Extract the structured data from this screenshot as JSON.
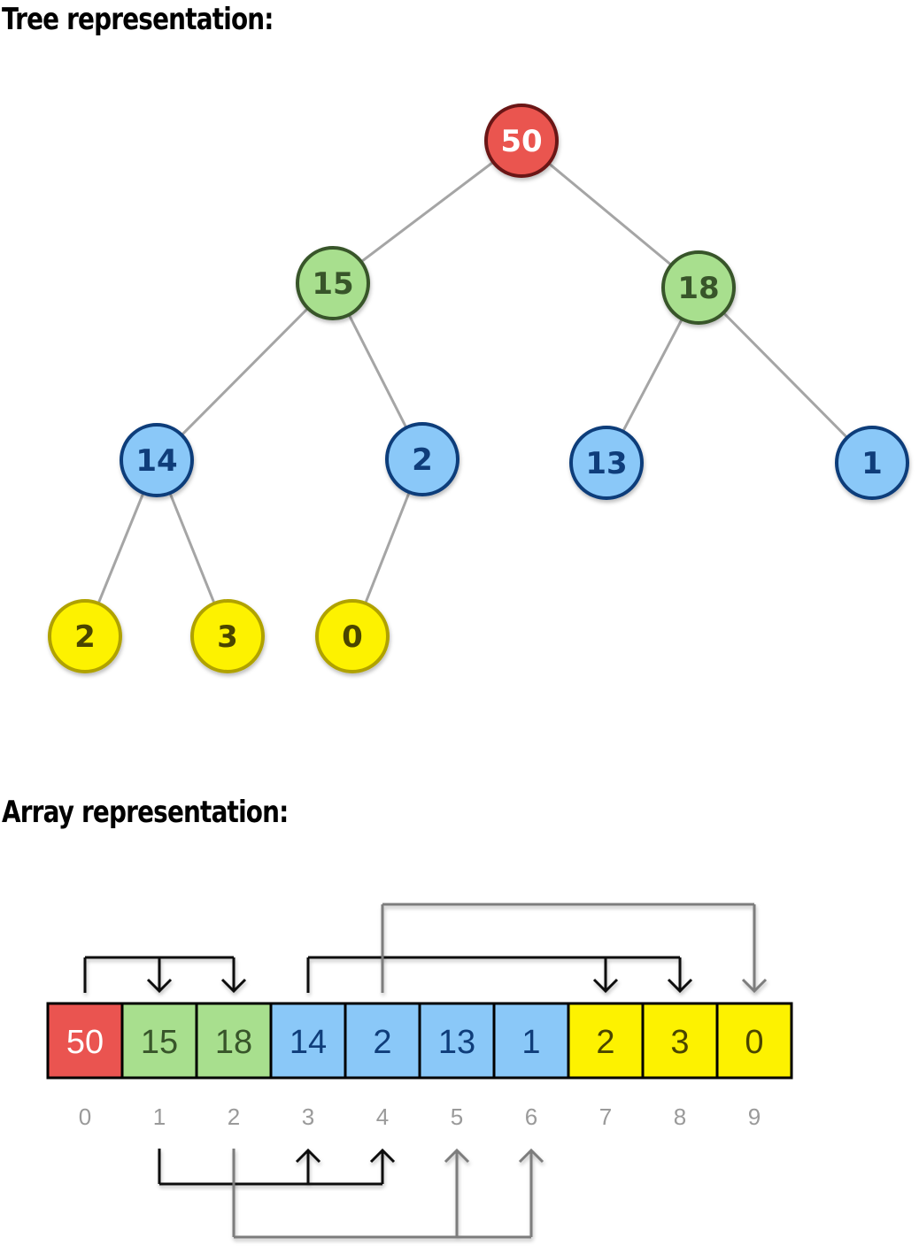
{
  "tree_heading": "Tree representation:",
  "array_heading": "Array representation:",
  "colors": {
    "red": {
      "fill": "#ea5450",
      "stroke": "#6a1614",
      "text": "#ffffff"
    },
    "green": {
      "fill": "#a8df8e",
      "stroke": "#38552a",
      "text": "#38552a"
    },
    "blue": {
      "fill": "#8ac8f8",
      "stroke": "#0f3d7a",
      "text": "#0f3d7a"
    },
    "yellow": {
      "fill": "#fdf200",
      "stroke": "#b0a200",
      "text": "#4a4500"
    },
    "edge": "#a5a5a5",
    "arrow_dark": "#111111",
    "arrow_gray": "#7d7d7d"
  },
  "tree": {
    "nodes": [
      {
        "id": 0,
        "label": "50",
        "level": "red"
      },
      {
        "id": 1,
        "label": "15",
        "level": "green",
        "parent": 0
      },
      {
        "id": 2,
        "label": "18",
        "level": "green",
        "parent": 0
      },
      {
        "id": 3,
        "label": "14",
        "level": "blue",
        "parent": 1
      },
      {
        "id": 4,
        "label": "2",
        "level": "blue",
        "parent": 1
      },
      {
        "id": 5,
        "label": "13",
        "level": "blue",
        "parent": 2
      },
      {
        "id": 6,
        "label": "1",
        "level": "blue",
        "parent": 2
      },
      {
        "id": 7,
        "label": "2",
        "level": "yellow",
        "parent": 3
      },
      {
        "id": 8,
        "label": "3",
        "level": "yellow",
        "parent": 3
      },
      {
        "id": 9,
        "label": "0",
        "level": "yellow",
        "parent": 4
      }
    ]
  },
  "array": {
    "cells": [
      {
        "value": "50",
        "index": "0",
        "level": "red"
      },
      {
        "value": "15",
        "index": "1",
        "level": "green"
      },
      {
        "value": "18",
        "index": "2",
        "level": "green"
      },
      {
        "value": "14",
        "index": "3",
        "level": "blue"
      },
      {
        "value": "2",
        "index": "4",
        "level": "blue"
      },
      {
        "value": "13",
        "index": "5",
        "level": "blue"
      },
      {
        "value": "1",
        "index": "6",
        "level": "blue"
      },
      {
        "value": "2",
        "index": "7",
        "level": "yellow"
      },
      {
        "value": "3",
        "index": "8",
        "level": "yellow"
      },
      {
        "value": "0",
        "index": "9",
        "level": "yellow"
      }
    ],
    "links": [
      {
        "from": 0,
        "to": [
          1,
          2
        ],
        "side": "top",
        "style": "dark"
      },
      {
        "from": 3,
        "to": [
          7,
          8
        ],
        "side": "top",
        "style": "dark"
      },
      {
        "from": 4,
        "to": [
          9
        ],
        "side": "top",
        "style": "gray"
      },
      {
        "from": 1,
        "to": [
          3,
          4
        ],
        "side": "bottom",
        "style": "dark"
      },
      {
        "from": 2,
        "to": [
          5,
          6
        ],
        "side": "bottom",
        "style": "gray"
      }
    ]
  }
}
